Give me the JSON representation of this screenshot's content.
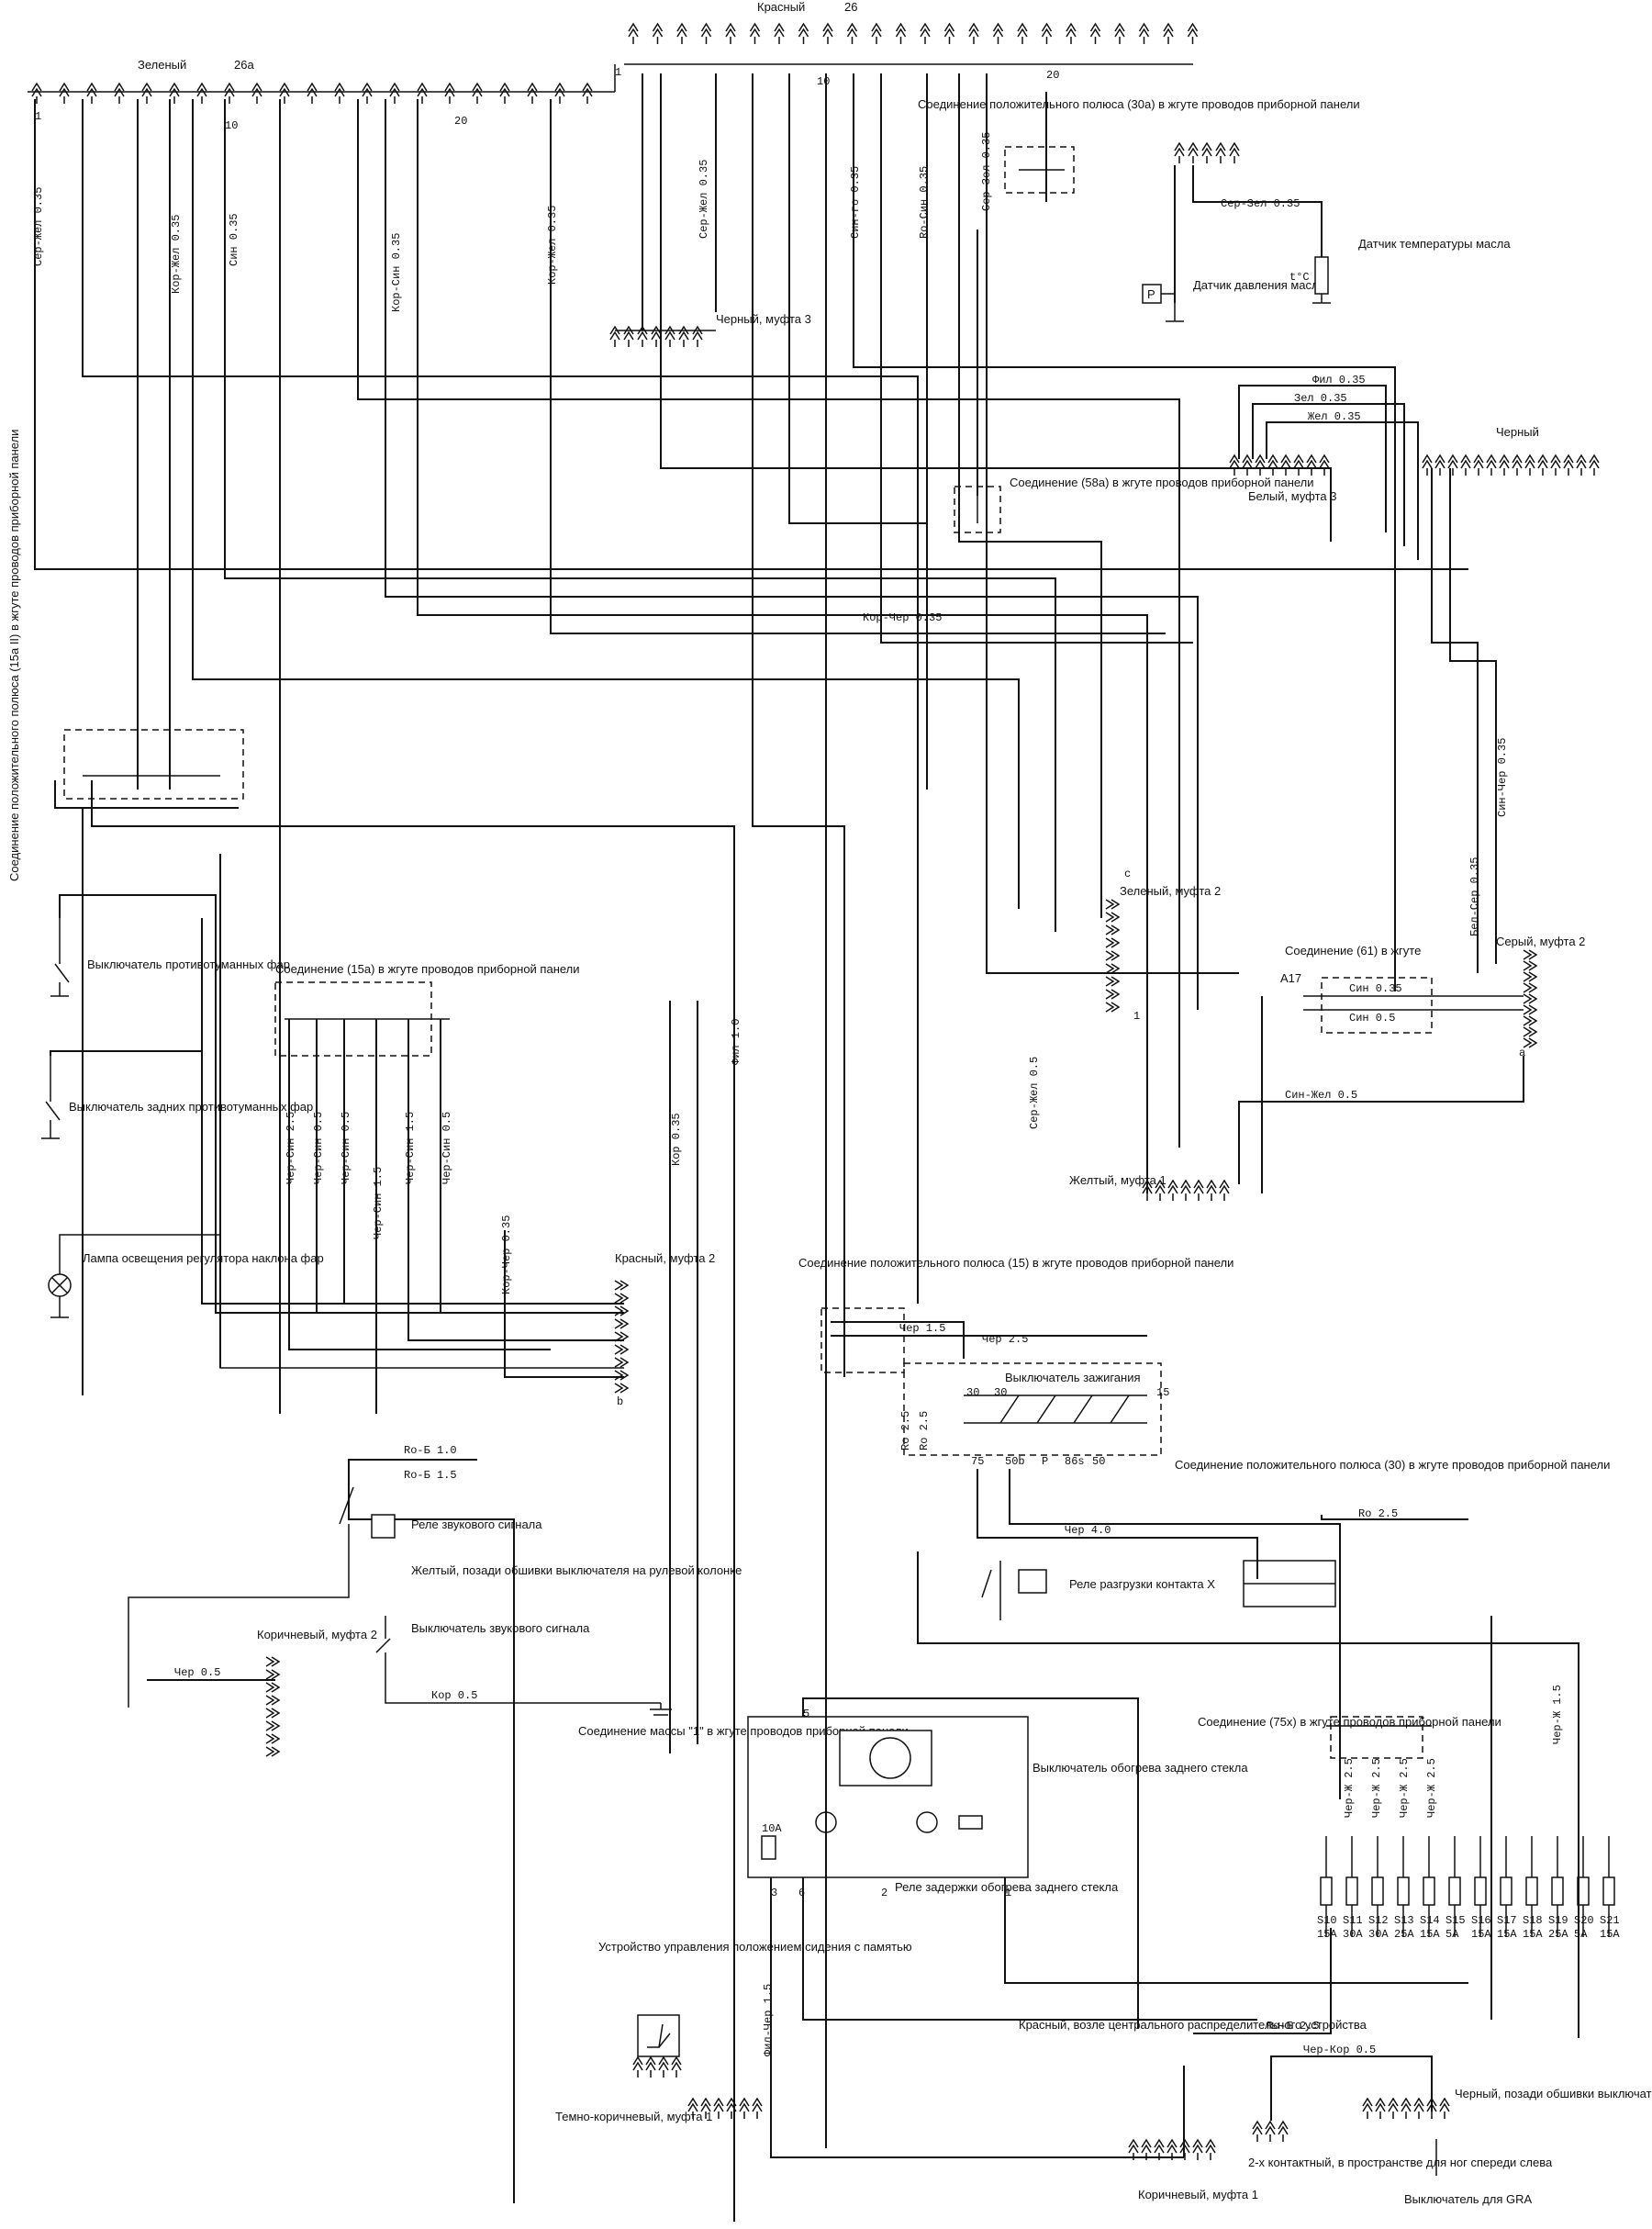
{
  "connectors": {
    "red_top": {
      "label": "Красный",
      "num": "26"
    },
    "green_top": {
      "label": "Зеленый",
      "num": "26а"
    },
    "black_clutch3": "Черный, муфта 3",
    "white_clutch3": "Белый, муфта 3",
    "black_right": "Черный",
    "green_clutch2": "Зеленый, муфта 2",
    "gray_clutch2": "Серый, муфта 2",
    "yellow_clutch1": "Желтый, муфта 1",
    "red_clutch2": "Красный, муфта 2",
    "brown_clutch2": "Коричневый, муфта 2",
    "darkbrown_clutch1": "Темно-коричневый, муфта 1",
    "brown_clutch1": "Коричневый, муфта 1",
    "red_central": "Красный, возле центрального распределительного устройства",
    "black_column": "Черный, позади обшивки выключателя на рулевой колонке",
    "yellow_horn": "Желтый, позади обшивки выключателя на рулевой колонке",
    "two_pin": "2-х контактный, в пространстве для ног спереди слева"
  },
  "junctions": {
    "j30a": "Соединение положительного полюса (30а) в жгуте проводов приборной панели",
    "j58a": "Соединение (58а) в жгуте проводов приборной панели",
    "j15aII": "Соединение положительного полюса (15а II) в жгуте проводов приборной панели",
    "j15a": "Соединение (15а) в жгуте проводов приборной панели",
    "j61": "Соединение (61) в жгуте",
    "j15": "Соединение положительного полюса (15) в жгуте проводов приборной панели",
    "j30": "Соединение положительного полюса (30) в жгуте проводов приборной панели",
    "j75x": "Соединение (75х) в жгуте проводов приборной панели",
    "ground1": "Соединение массы \"1\" в жгуте проводов приборной панели"
  },
  "components": {
    "oil_pressure": "Датчик давления масла",
    "oil_temp": "Датчик температуры масла",
    "fog_switch": "Выключатель противотуманных фар",
    "rear_fog_switch": "Выключатель задних противотуманных фар",
    "lamp": "Лампа освещения регулятора наклона фар",
    "ignition": "Выключатель зажигания",
    "relief_relay": "Реле разгрузки контакта X",
    "horn_relay": "Реле звукового сигнала",
    "horn_switch": "Выключатель звукового сигнала",
    "heater_switch": "Выключатель обогрева заднего стекла",
    "heater_relay": "Реле задержки обогрева заднего стекла",
    "seat_memory": "Устройство управления положением сидения с памятью",
    "gra_switch": "Выключатель для GRA"
  },
  "wires": {
    "w1": "Сер-Жел 0.35",
    "w2": "Кор-Жел 0.35",
    "w3": "Син 0.35",
    "w4": "Кор-Син 0.35",
    "w5": "Кор-Жел 0.35",
    "w6": "Сер-Жел 0.35",
    "w7": "Син-го 0.35",
    "w8": "Ro-Син 0.35",
    "w9": "Сер-Зел 0.35",
    "w10": "Сер-Зел 0.35",
    "w11": "Фил 0.35",
    "w12": "Зел 0.35",
    "w13": "Жел 0.35",
    "w14": "Кор-Чер 0.35",
    "w15": "Син-Чер 0.35",
    "w16": "Бел-Сер 0.35",
    "w17": "Син 0.35",
    "w18": "Син 0.5",
    "w19": "Сер-Жел 0.5",
    "w20": "Син-Жел 0.5",
    "w21": "Чер-Син 2.5",
    "w22": "Чер-Син 0.5",
    "w23": "Чер-Син 0.5",
    "w24": "Чер-Син 1.5",
    "w25": "Чер-Син 1.5",
    "w26": "Чер-Син 0.5",
    "w27": "Кор 0.35",
    "w28": "Фил 1.0",
    "w29": "Кор-Чер 0.35",
    "w30": "Чер 1.5",
    "w31": "Чер 2.5",
    "w32": "Ro 2.5",
    "w33": "Ro 2.5",
    "w34": "Ro-Б 1.0",
    "w35": "Ro-Б 1.5",
    "w36": "Чер 4.0",
    "w37": "Ro 2.5",
    "w38": "Чер 0.5",
    "w39": "Кор 0.5",
    "w40": "Фил-Чер 1.5",
    "w41": "Чер-Кор 0.5",
    "w42": "Ro-Б 2.5",
    "w43": "Чер-Ж 2.5",
    "w44": "Чер-Ж 2.5",
    "w45": "Чер-Ж 2.5",
    "w46": "Чер-Ж 2.5",
    "w47": "Чер-Ж 1.5"
  },
  "pins": {
    "p20a": "20",
    "p10": "10",
    "p1a": "1",
    "p1b": "1",
    "p10b": "10",
    "p20b": "20",
    "p1c": "1",
    "pc": "с",
    "pA17": "А17",
    "pa": "а",
    "pb": "b",
    "ign30": "30",
    "ign30b": "30",
    "ign15": "15",
    "ign75": "75",
    "ign50b": "50b",
    "ignP": "P",
    "ign86s": "86s",
    "ign50": "50",
    "h5": "5",
    "h10A": "10А",
    "h3": "3",
    "h6": "6",
    "h2": "2",
    "h1": "1"
  },
  "symbols": {
    "p": "P",
    "tc": "t°C"
  },
  "fuses": [
    {
      "id": "S10",
      "amp": "15A"
    },
    {
      "id": "S11",
      "amp": "30A"
    },
    {
      "id": "S12",
      "amp": "30A"
    },
    {
      "id": "S13",
      "amp": "25A"
    },
    {
      "id": "S14",
      "amp": "15A"
    },
    {
      "id": "S15",
      "amp": "5A"
    },
    {
      "id": "S16",
      "amp": "15A"
    },
    {
      "id": "S17",
      "amp": "15A"
    },
    {
      "id": "S18",
      "amp": "15A"
    },
    {
      "id": "S19",
      "amp": "25A"
    },
    {
      "id": "S20",
      "amp": "5A"
    },
    {
      "id": "S21",
      "amp": "15A"
    }
  ]
}
